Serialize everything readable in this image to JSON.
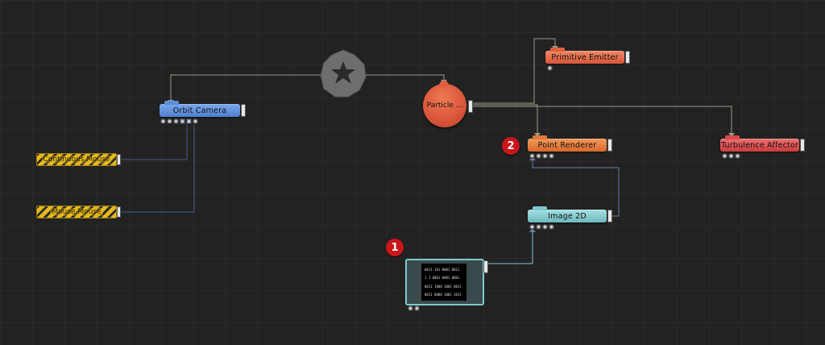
{
  "nodes": {
    "orbit_camera": {
      "label": "Orbit Camera",
      "color": "#5b8fd9"
    },
    "primitive_emitter": {
      "label": "Primitive Emitter",
      "color": "#e0613f"
    },
    "particle_root": {
      "label": "Particle ...",
      "color": "#d8553a"
    },
    "point_renderer": {
      "label": "Point Renderer",
      "color": "#e0783a"
    },
    "turbulence_affector": {
      "label": "Turbulence Affector",
      "color": "#d94a4a"
    },
    "image_2d": {
      "label": "Image 2D",
      "color": "#7fc8cc"
    },
    "hazard_node_1": {
      "label": "Continuous Mouse"
    },
    "hazard_node_2": {
      "label": "Mouse Mouse"
    }
  },
  "image_preview_lines": [
    "0011 101 0001 0011",
    "1 1 0001 0001 0001",
    "0011 1000 1001 0011",
    "0011 0000 1001 1011"
  ],
  "badges": {
    "badge_1": "1",
    "badge_2": "2"
  },
  "root_icon": "gear-icon",
  "colors": {
    "background": "#222222",
    "wire": "#9a9a8a",
    "wire_blue": "#6a7aa8",
    "badge": "#c8161b"
  }
}
